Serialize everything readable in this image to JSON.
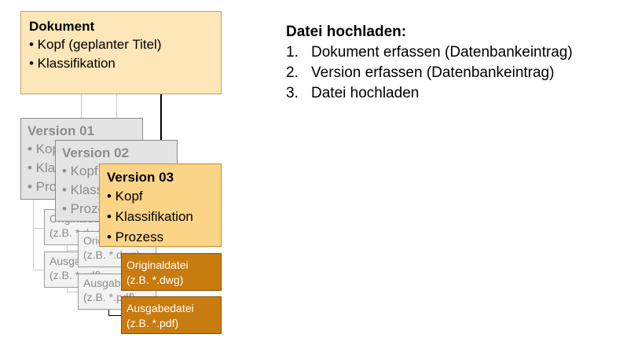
{
  "document": {
    "title": "Dokument",
    "items": [
      "• Kopf (geplanter Titel)",
      "• Klassifikation"
    ]
  },
  "version01": {
    "title": "Version 01",
    "items": [
      "• Kopf",
      "• Klassifikation",
      "• Prozess"
    ]
  },
  "version02": {
    "title": "Version 02",
    "items": [
      "• Kopf",
      "• Klassifikation",
      "• Prozess"
    ]
  },
  "version03": {
    "title": "Version 03",
    "items": [
      "• Kopf",
      "• Klassifikation",
      "• Prozess"
    ]
  },
  "files": {
    "v01_original": [
      "Originaldatei",
      "(z.B. *.dwg)"
    ],
    "v01_output": [
      "Ausgabedatei",
      "(z.B. *.pdf)"
    ],
    "v02_original": [
      "Originaldatei",
      "(z.B. *.dwg)"
    ],
    "v02_output": [
      "Ausgabedatei",
      "(z.B. *.pdf)"
    ],
    "v03_original": [
      "Originaldatei",
      "(z.B. *.dwg)"
    ],
    "v03_output": [
      "Ausgabedatei",
      "(z.B. *.pdf)"
    ]
  },
  "upload": {
    "heading": "Datei hochladen:",
    "steps": [
      {
        "num": "1.",
        "text": "Dokument erfassen (Datenbankeintrag)"
      },
      {
        "num": "2.",
        "text": "Version erfassen (Datenbankeintrag)"
      },
      {
        "num": "3.",
        "text": "Datei hochladen"
      }
    ]
  },
  "colors": {
    "document_fill": "#fde6b8",
    "version03_fill": "#fcd487",
    "file_fill_active": "#c87b0f",
    "inactive_fill": "#e4e4e4"
  }
}
